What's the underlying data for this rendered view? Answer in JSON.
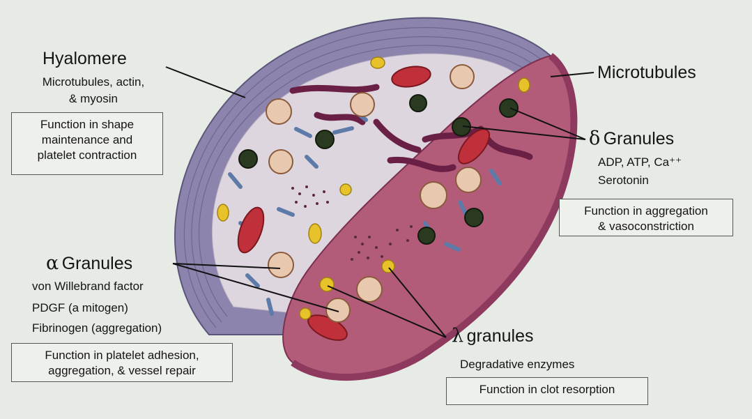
{
  "labels": {
    "hyalomere": {
      "title": "Hyalomere",
      "line1": "Microtubules, actin,",
      "line2": "& myosin",
      "function_lines": [
        "Function in shape",
        "maintenance and",
        "platelet contraction"
      ]
    },
    "microtubules": {
      "title": "Microtubules"
    },
    "delta": {
      "symbol": "δ",
      "title": "Granules",
      "line1": "ADP, ATP, Ca⁺⁺",
      "line2": "Serotonin",
      "function_lines": [
        "Function in aggregation",
        "& vasoconstriction"
      ]
    },
    "alpha": {
      "symbol": "α",
      "title": "Granules",
      "line1": "von Willebrand factor",
      "line2": "PDGF (a mitogen)",
      "line3": "Fibrinogen (aggregation)",
      "function_lines": [
        "Function in platelet adhesion,",
        "aggregation, & vessel repair"
      ]
    },
    "lambda": {
      "symbol": "λ",
      "title": "granules",
      "line1": "Degradative enzymes",
      "function_lines": [
        "Function in clot resorption"
      ]
    }
  },
  "colors": {
    "background": "#e6ebe6",
    "membrane": "#8c84ad",
    "cytoplasm": "#ddd6df",
    "cut_face": "#b35c7a",
    "mitochondria": "#c0303a",
    "dense_granule": "#2a3a20",
    "alpha_granule": "#e8c9b0",
    "lambda_granule": "#e8c22a",
    "tubule": "#5e7aa8"
  }
}
